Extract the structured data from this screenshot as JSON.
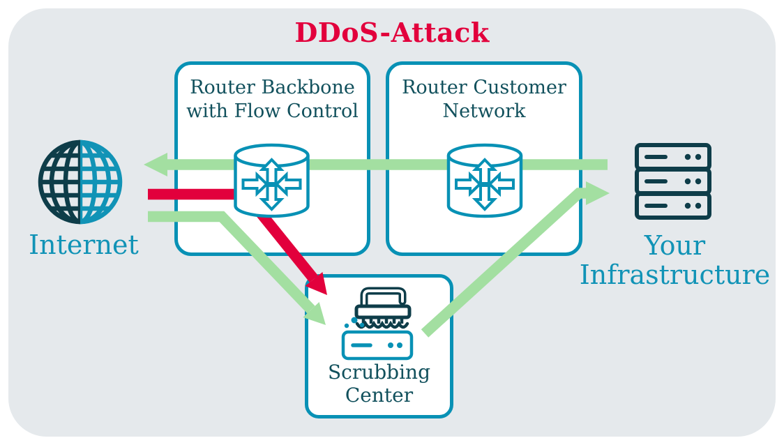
{
  "title": "DDoS-Attack",
  "colors": {
    "attack_red": "#E2003C",
    "clean_green": "#A3DFA1",
    "teal_outline": "#0891B5",
    "node_text": "#11505C",
    "external_text": "#1193B6",
    "icon_ink": "#0E3D49",
    "stage_background": "#E5E9EC"
  },
  "nodes": {
    "internet": {
      "label": "Internet",
      "icon": "globe-icon"
    },
    "router_backbone": {
      "label_line1": "Router Backbone",
      "label_line2": "with Flow Control",
      "icon": "router-icon"
    },
    "router_customer": {
      "label_line1": "Router Customer",
      "label_line2": "Network",
      "icon": "router-icon"
    },
    "scrubbing_center": {
      "label_line1": "Scrubbing",
      "label_line2": "Center",
      "icon": "scrubbing-brush-icon"
    },
    "your_infrastructure": {
      "label_line1": "Your",
      "label_line2": "Infrastructure",
      "icon": "server-stack-icon"
    }
  },
  "flows": [
    {
      "id": "clean-outbound",
      "description": "Clean traffic from Your Infrastructure out to the Internet",
      "color": "clean_green",
      "from": "your_infrastructure",
      "to": "internet"
    },
    {
      "id": "attack-traffic",
      "description": "DDoS attack traffic from the Internet diverted into the Scrubbing Center",
      "color": "attack_red",
      "from": "internet",
      "to": "scrubbing_center"
    },
    {
      "id": "diverted-traffic",
      "description": "Incoming traffic from the Internet diverted into the Scrubbing Center",
      "color": "clean_green",
      "from": "internet",
      "to": "scrubbing_center"
    },
    {
      "id": "cleaned-return",
      "description": "Cleaned traffic forwarded to Your Infrastructure",
      "color": "clean_green",
      "from": "scrubbing_center",
      "to": "your_infrastructure"
    }
  ]
}
